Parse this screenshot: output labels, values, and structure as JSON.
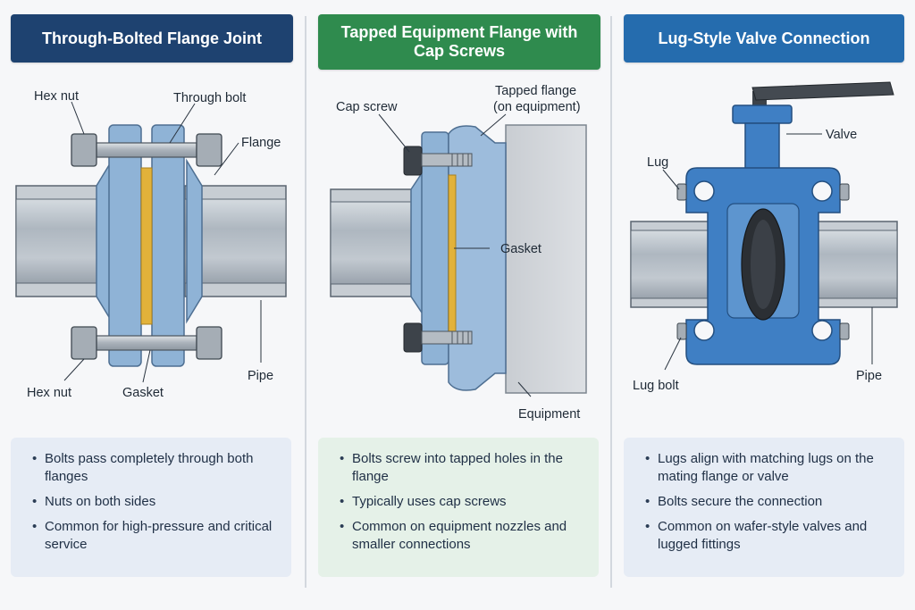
{
  "colors": {
    "header_1": "#1e4270",
    "header_2": "#2f8b4e",
    "header_3": "#256cae",
    "flange_blue": "#8fb3d6",
    "valve_blue": "#3f7fc4",
    "gasket": "#e2b23a",
    "pipe": "#b8c0c8"
  },
  "panels": [
    {
      "title": "Through-Bolted Flange Joint",
      "labels": {
        "hex_nut_top": "Hex nut",
        "through_bolt": "Through bolt",
        "flange": "Flange",
        "hex_nut_bottom": "Hex nut",
        "gasket": "Gasket",
        "pipe": "Pipe"
      },
      "bullets": [
        "Bolts pass completely through both flanges",
        "Nuts on both sides",
        "Common for high-pressure and critical service"
      ]
    },
    {
      "title": "Tapped Equipment Flange with Cap Screws",
      "labels": {
        "cap_screw": "Cap screw",
        "tapped_flange_1": "Tapped flange",
        "tapped_flange_2": "(on equipment)",
        "gasket": "Gasket",
        "equipment": "Equipment"
      },
      "bullets": [
        "Bolts screw into tapped holes in the flange",
        "Typically uses cap screws",
        "Common on equipment nozzles and smaller connections"
      ]
    },
    {
      "title": "Lug-Style Valve Connection",
      "labels": {
        "valve": "Valve",
        "lug": "Lug",
        "lug_bolt": "Lug bolt",
        "pipe": "Pipe"
      },
      "bullets": [
        "Lugs align with matching lugs on the mating flange or valve",
        "Bolts secure the connection",
        "Common on wafer-style valves and lugged fittings"
      ]
    }
  ]
}
